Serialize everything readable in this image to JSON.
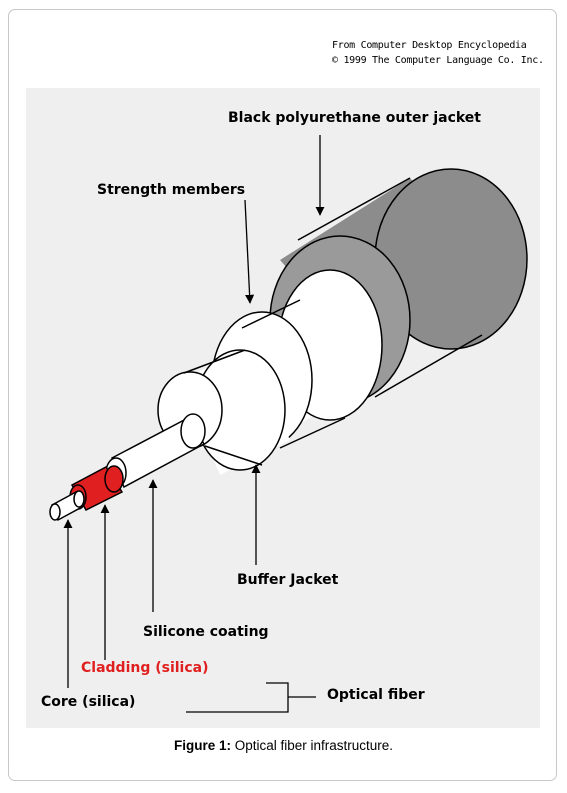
{
  "credit": {
    "line1": "From Computer Desktop Encyclopedia",
    "line2": "© 1999 The Computer Language Co. Inc."
  },
  "labels": {
    "outer_jacket": "Black polyurethane outer jacket",
    "strength_members": "Strength members",
    "buffer_jacket": "Buffer Jacket",
    "silicone_coating": "Silicone coating",
    "cladding": "Cladding (silica)",
    "core": "Core (silica)",
    "optical_fiber": "Optical fiber"
  },
  "caption": {
    "prefix": "Figure 1:",
    "text": "Optical fiber infrastructure."
  },
  "colors": {
    "jacket": "#8c8c8c",
    "cladding": "#e02020",
    "cladding_label": "#e02020",
    "panel": "#efefef"
  }
}
